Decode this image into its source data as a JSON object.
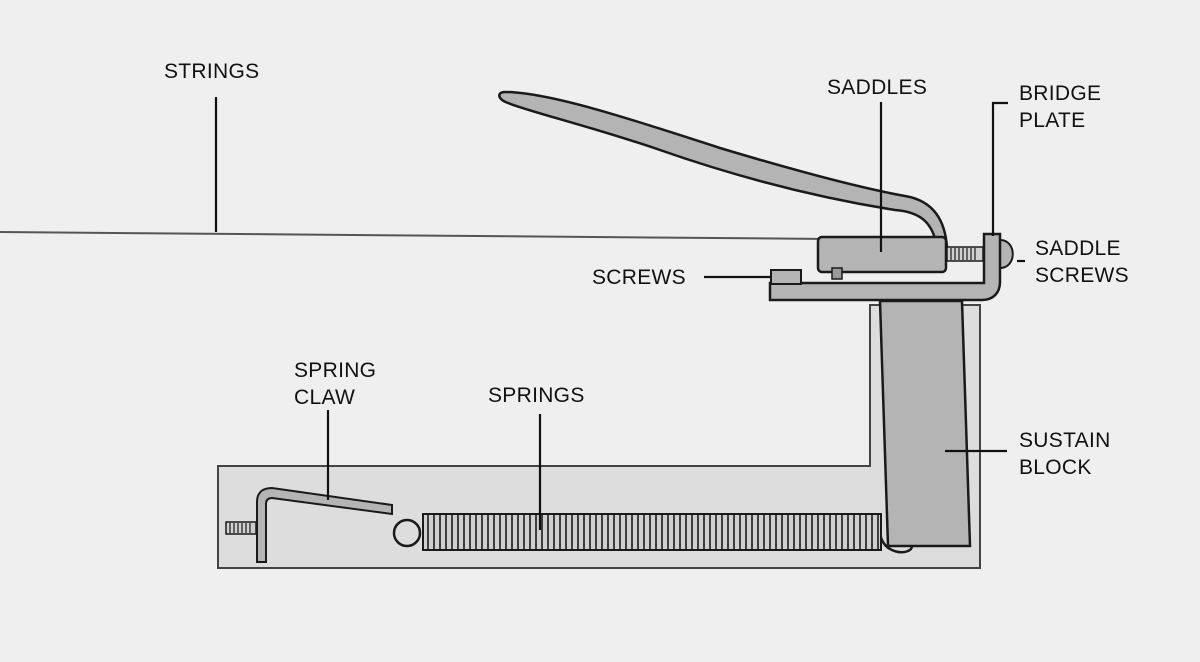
{
  "labels": {
    "strings": "STRINGS",
    "saddles": "SADDLES",
    "bridge_plate": [
      "BRIDGE",
      "PLATE"
    ],
    "saddle_screws": [
      "SADDLE",
      "SCREWS"
    ],
    "screws": "SCREWS",
    "spring_claw": [
      "SPRING",
      "CLAW"
    ],
    "springs": "SPRINGS",
    "sustain_block": [
      "SUSTAIN",
      "BLOCK"
    ]
  },
  "colors": {
    "background": "#efefef",
    "body_cavity": "#dddddd",
    "metal": "#b4b4b4",
    "outline": "#1a1a1a"
  }
}
